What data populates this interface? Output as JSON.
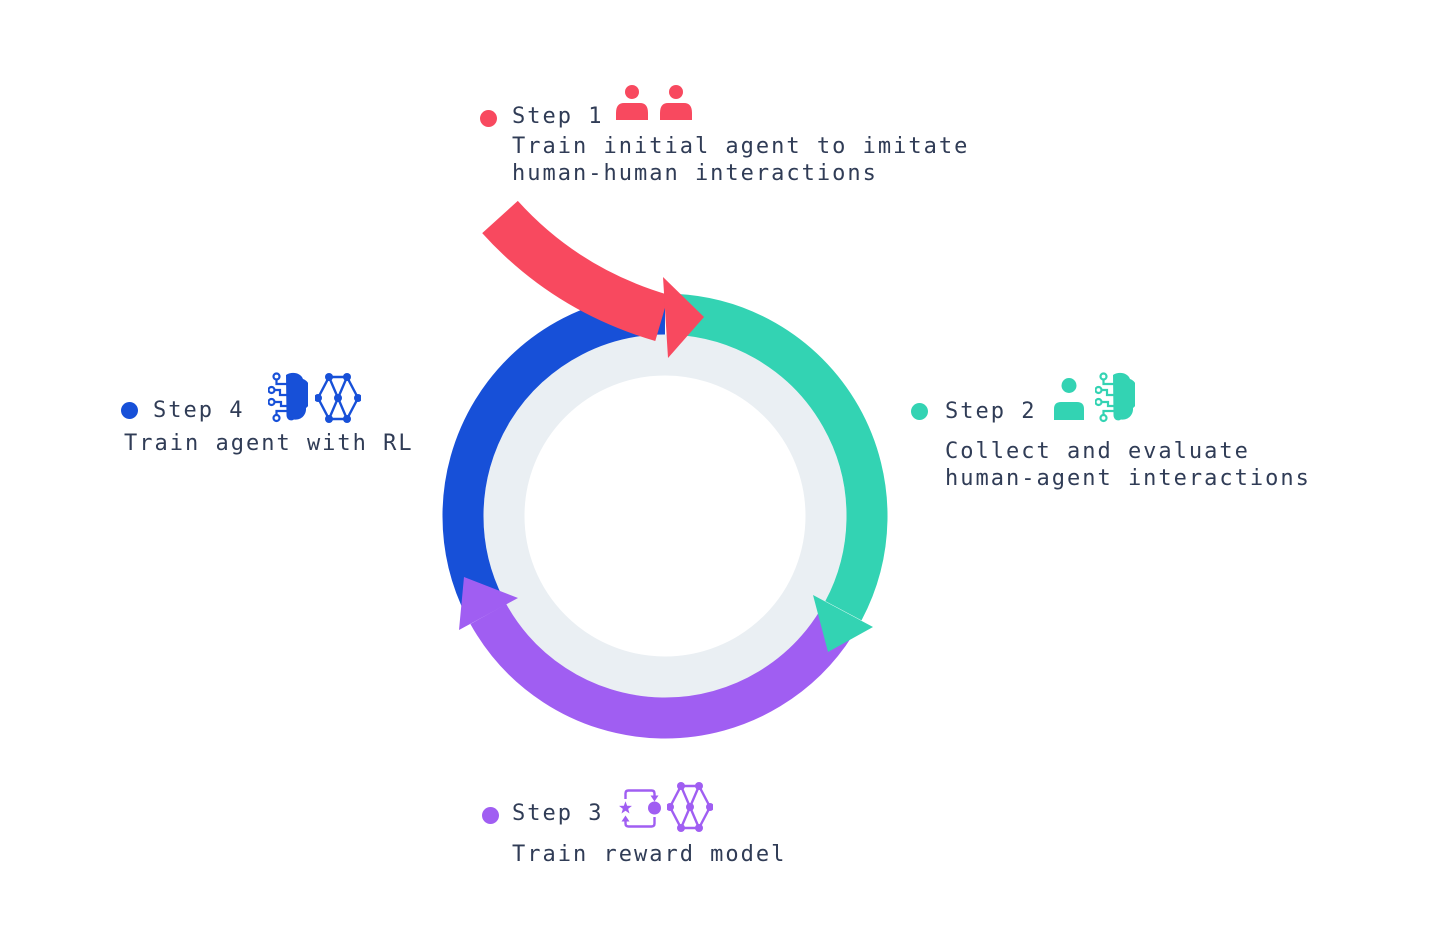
{
  "diagram": {
    "background": "#FFFFFF",
    "text_color": "#303C56",
    "ring_color": "#EAEFF3",
    "cycle_direction": "clockwise",
    "cycle_order": [
      "Step 1",
      "Step 2",
      "Step 3",
      "Step 4"
    ],
    "steps": [
      {
        "label": "Step 1",
        "color": "#F8495F",
        "icons": [
          "two-people-icon"
        ],
        "desc_lines": [
          "Train initial agent to imitate",
          "human-human interactions"
        ]
      },
      {
        "label": "Step 2",
        "color": "#33D3B3",
        "icons": [
          "person-icon",
          "brain-circuit-icon"
        ],
        "desc_lines": [
          "Collect and evaluate",
          "human-agent interactions"
        ]
      },
      {
        "label": "Step 3",
        "color": "#A05EF2",
        "icons": [
          "reward-cycle-icon",
          "network-graph-icon"
        ],
        "desc_lines": [
          "Train reward model"
        ]
      },
      {
        "label": "Step 4",
        "color": "#1750D8",
        "icons": [
          "brain-circuit-icon",
          "network-graph-icon"
        ],
        "desc_lines": [
          "Train agent with RL"
        ]
      }
    ]
  }
}
